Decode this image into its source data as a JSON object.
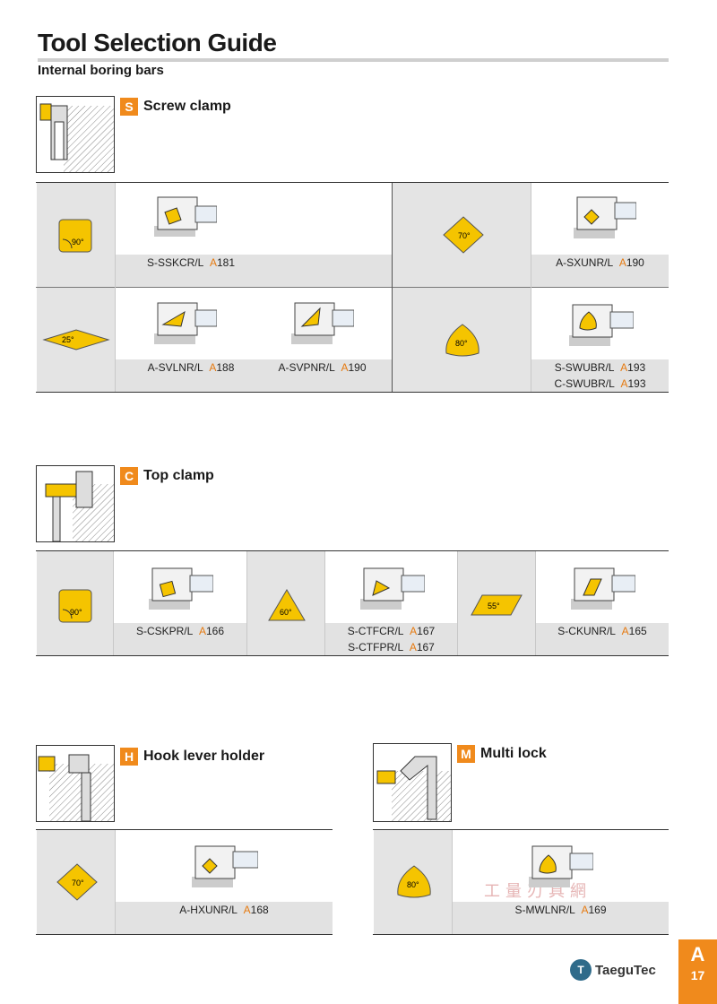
{
  "page": {
    "title": "Tool Selection Guide",
    "subtitle": "Internal boring bars"
  },
  "sections": {
    "screw": {
      "badge": "S",
      "title": "Screw clamp",
      "items": [
        {
          "angle": "90°",
          "codes": [
            {
              "name": "S-SSKCR/L",
              "prefix": "A",
              "page": "181"
            }
          ]
        },
        {
          "angle": "70°",
          "codes": [
            {
              "name": "A-SXUNR/L",
              "prefix": "A",
              "page": "190"
            }
          ]
        },
        {
          "angle": "25°",
          "codes": [
            {
              "name": "A-SVLNR/L",
              "prefix": "A",
              "page": "188"
            },
            {
              "name": "A-SVPNR/L",
              "prefix": "A",
              "page": "190"
            }
          ]
        },
        {
          "angle": "80°",
          "codes": [
            {
              "name": "S-SWUBR/L",
              "prefix": "A",
              "page": "193"
            },
            {
              "name": "C-SWUBR/L",
              "prefix": "A",
              "page": "193"
            }
          ]
        }
      ]
    },
    "top": {
      "badge": "C",
      "title": "Top clamp",
      "items": [
        {
          "angle": "90°",
          "codes": [
            {
              "name": "S-CSKPR/L",
              "prefix": "A",
              "page": "166"
            }
          ]
        },
        {
          "angle": "60°",
          "codes": [
            {
              "name": "S-CTFCR/L",
              "prefix": "A",
              "page": "167"
            },
            {
              "name": "S-CTFPR/L",
              "prefix": "A",
              "page": "167"
            }
          ]
        },
        {
          "angle": "55°",
          "codes": [
            {
              "name": "S-CKUNR/L",
              "prefix": "A",
              "page": "165"
            }
          ]
        }
      ]
    },
    "hook": {
      "badge": "H",
      "title": "Hook lever holder",
      "items": [
        {
          "angle": "70°",
          "codes": [
            {
              "name": "A-HXUNR/L",
              "prefix": "A",
              "page": "168"
            }
          ]
        }
      ]
    },
    "multi": {
      "badge": "M",
      "title": "Multi lock",
      "items": [
        {
          "angle": "80°",
          "codes": [
            {
              "name": "S-MWLNR/L",
              "prefix": "A",
              "page": "169"
            }
          ]
        }
      ]
    }
  },
  "footer": {
    "brand": "TaeguTec",
    "logo_text": "T",
    "tab_letter": "A",
    "page_number": "17",
    "watermark": "工量刃具網"
  },
  "colors": {
    "accent": "#f08a1c",
    "insert": "#f5c400",
    "band": "#e2e2e2"
  }
}
